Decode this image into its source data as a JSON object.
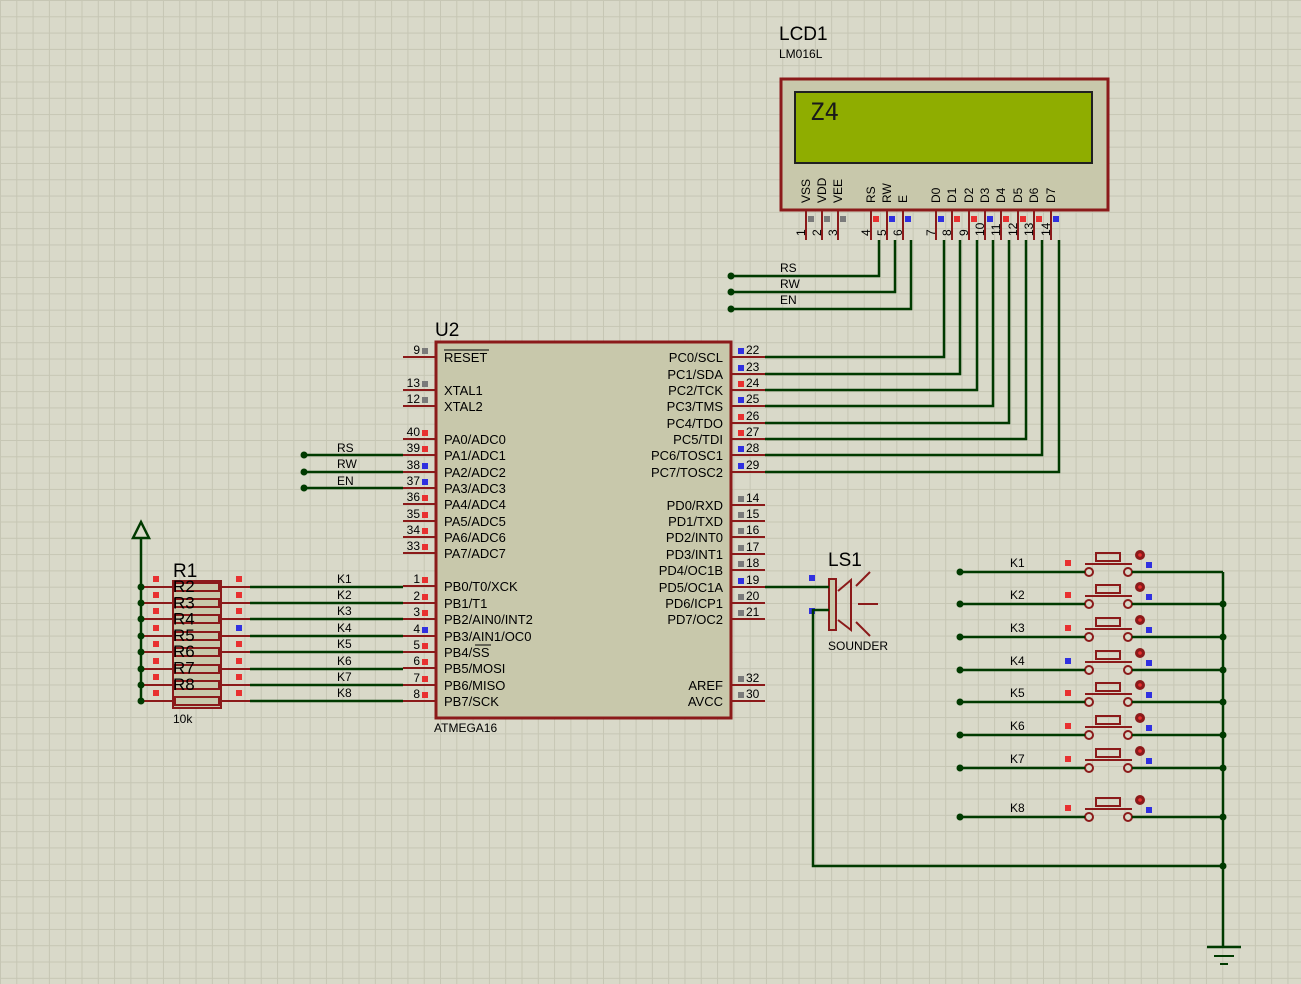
{
  "lcd": {
    "ref": "LCD1",
    "part": "LM016L",
    "screen_text": "Z4",
    "pin_names": [
      "VSS",
      "VDD",
      "VEE",
      "RS",
      "RW",
      "E",
      "D0",
      "D1",
      "D2",
      "D3",
      "D4",
      "D5",
      "D6",
      "D7"
    ],
    "pin_numbers": [
      "1",
      "2",
      "3",
      "4",
      "5",
      "6",
      "7",
      "8",
      "9",
      "10",
      "11",
      "12",
      "13",
      "14"
    ]
  },
  "lcd_nets": [
    "RS",
    "RW",
    "EN"
  ],
  "mcu": {
    "ref": "U2",
    "part": "ATMEGA16",
    "left_pins": [
      {
        "num": "9",
        "name": "RESET"
      },
      {
        "num": "13",
        "name": "XTAL1"
      },
      {
        "num": "12",
        "name": "XTAL2"
      },
      {
        "num": "40",
        "name": "PA0/ADC0"
      },
      {
        "num": "39",
        "name": "PA1/ADC1"
      },
      {
        "num": "38",
        "name": "PA2/ADC2"
      },
      {
        "num": "37",
        "name": "PA3/ADC3"
      },
      {
        "num": "36",
        "name": "PA4/ADC4"
      },
      {
        "num": "35",
        "name": "PA5/ADC5"
      },
      {
        "num": "34",
        "name": "PA6/ADC6"
      },
      {
        "num": "33",
        "name": "PA7/ADC7"
      },
      {
        "num": "1",
        "name": "PB0/T0/XCK"
      },
      {
        "num": "2",
        "name": "PB1/T1"
      },
      {
        "num": "3",
        "name": "PB2/AIN0/INT2"
      },
      {
        "num": "4",
        "name": "PB3/AIN1/OC0"
      },
      {
        "num": "5",
        "name": "PB4/SS"
      },
      {
        "num": "6",
        "name": "PB5/MOSI"
      },
      {
        "num": "7",
        "name": "PB6/MISO"
      },
      {
        "num": "8",
        "name": "PB7/SCK"
      }
    ],
    "right_pins": [
      {
        "num": "22",
        "name": "PC0/SCL"
      },
      {
        "num": "23",
        "name": "PC1/SDA"
      },
      {
        "num": "24",
        "name": "PC2/TCK"
      },
      {
        "num": "25",
        "name": "PC3/TMS"
      },
      {
        "num": "26",
        "name": "PC4/TDO"
      },
      {
        "num": "27",
        "name": "PC5/TDI"
      },
      {
        "num": "28",
        "name": "PC6/TOSC1"
      },
      {
        "num": "29",
        "name": "PC7/TOSC2"
      },
      {
        "num": "14",
        "name": "PD0/RXD"
      },
      {
        "num": "15",
        "name": "PD1/TXD"
      },
      {
        "num": "16",
        "name": "PD2/INT0"
      },
      {
        "num": "17",
        "name": "PD3/INT1"
      },
      {
        "num": "18",
        "name": "PD4/OC1B"
      },
      {
        "num": "19",
        "name": "PD5/OC1A"
      },
      {
        "num": "20",
        "name": "PD6/ICP1"
      },
      {
        "num": "21",
        "name": "PD7/OC2"
      },
      {
        "num": "32",
        "name": "AREF"
      },
      {
        "num": "30",
        "name": "AVCC"
      }
    ]
  },
  "porta_nets": [
    "RS",
    "RW",
    "EN"
  ],
  "portb_nets": [
    "K1",
    "K2",
    "K3",
    "K4",
    "K5",
    "K6",
    "K7",
    "K8"
  ],
  "resistor_pack": {
    "ref": "R1",
    "value": "10k",
    "labels": [
      "R2",
      "R3",
      "R4",
      "R5",
      "R6",
      "R7",
      "R8"
    ]
  },
  "sounder": {
    "ref": "LS1",
    "part": "SOUNDER"
  },
  "buttons": [
    "K1",
    "K2",
    "K3",
    "K4",
    "K5",
    "K6",
    "K7",
    "K8"
  ],
  "colors": {
    "wire": "#003a00",
    "component": "#8b1a1a",
    "body": "#c8c8ab",
    "lcd_screen": "#8fad00",
    "pin_red": "#e83030",
    "pin_blue": "#3030e0",
    "pin_gray": "#7a7a7a"
  }
}
